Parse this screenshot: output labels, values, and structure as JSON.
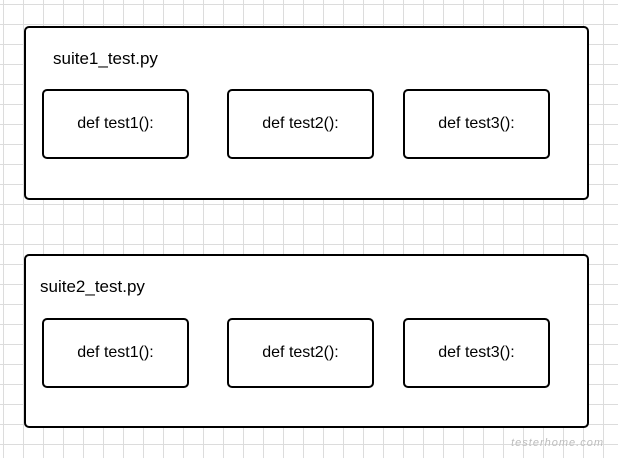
{
  "suites": [
    {
      "title": "suite1_test.py",
      "functions": [
        "def test1():",
        "def test2():",
        "def test3():"
      ]
    },
    {
      "title": "suite2_test.py",
      "functions": [
        "def test1():",
        "def test2():",
        "def test3():"
      ]
    }
  ],
  "watermark": "testerhome.com",
  "colors": {
    "stroke": "#000000",
    "background": "#ffffff",
    "grid": "#dcdcdc"
  }
}
